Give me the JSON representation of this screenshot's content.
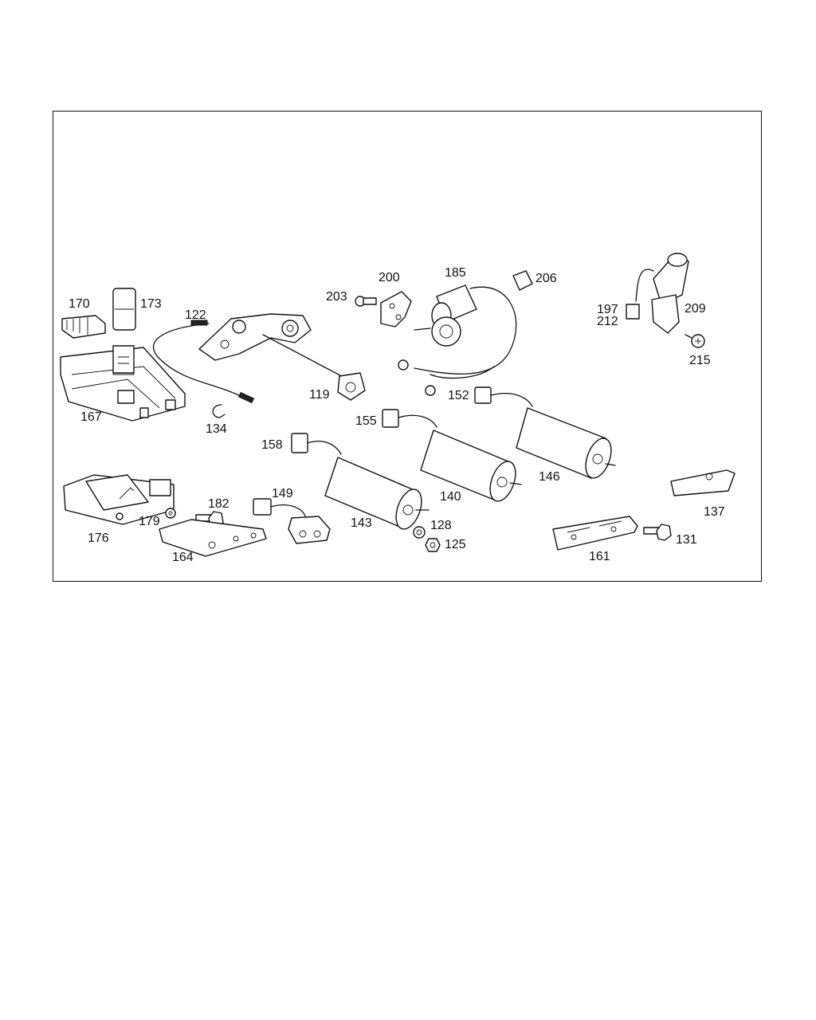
{
  "part_labels": {
    "p119": "119",
    "p122": "122",
    "p125": "125",
    "p128": "128",
    "p131": "131",
    "p134": "134",
    "p137": "137",
    "p140": "140",
    "p143": "143",
    "p146": "146",
    "p149": "149",
    "p152": "152",
    "p155": "155",
    "p158": "158",
    "p161": "161",
    "p164": "164",
    "p167": "167",
    "p170": "170",
    "p173": "173",
    "p176": "176",
    "p179": "179",
    "p182": "182",
    "p185": "185",
    "p197": "197",
    "p200": "200",
    "p203": "203",
    "p206": "206",
    "p209": "209",
    "p212": "212",
    "p215": "215"
  }
}
